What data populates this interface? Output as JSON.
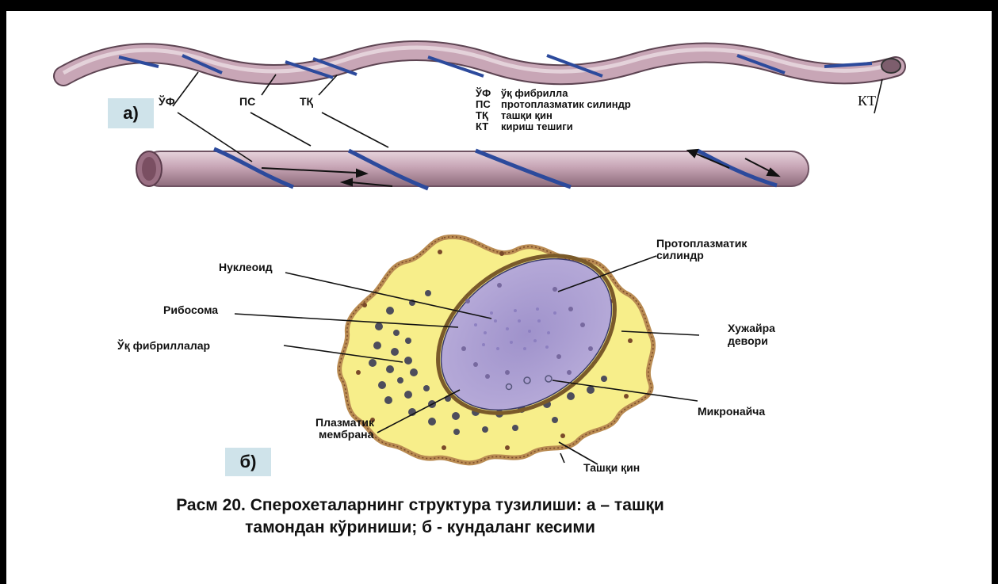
{
  "part_a": {
    "tag": "а)",
    "labels": {
      "uf": "ЎФ",
      "ps": "ПС",
      "tq": "ТҚ",
      "kt": "КТ"
    },
    "legend": [
      {
        "abbr": "ЎФ",
        "text": "ўқ фибрилла"
      },
      {
        "abbr": "ПС",
        "text": "протоплазматик силиндр"
      },
      {
        "abbr": "ТҚ",
        "text": "ташқи қин"
      },
      {
        "abbr": "КТ",
        "text": "кириш тешиги"
      }
    ]
  },
  "part_b": {
    "tag": "б)",
    "labels": {
      "protoplasmic_1": "Протоплазматик",
      "protoplasmic_2": "силиндр",
      "nucleoid": "Нуклеоид",
      "ribosome": "Рибосома",
      "axial_fibrils": "Ўқ фибриллалар",
      "cell_wall_1": "Хужайра",
      "cell_wall_2": "девори",
      "microtubule": "Микронайча",
      "plasma_membrane_1": "Плазматик",
      "plasma_membrane_2": "мембрана",
      "outer_sheath": "Ташқи қин"
    }
  },
  "caption": {
    "line1": "Расм 20. Сперохеталарнинг структура тузилиши: а – ташқи",
    "line2": "тамондан кўриниши; б - кундаланг кесими"
  },
  "colors": {
    "cell_outer": "#f7ee8a",
    "cytoplasm": "#a99bd0",
    "fibril": "#2c4a9c",
    "tube": "#c9a9b7",
    "tag_bg": "#cfe3ea"
  }
}
